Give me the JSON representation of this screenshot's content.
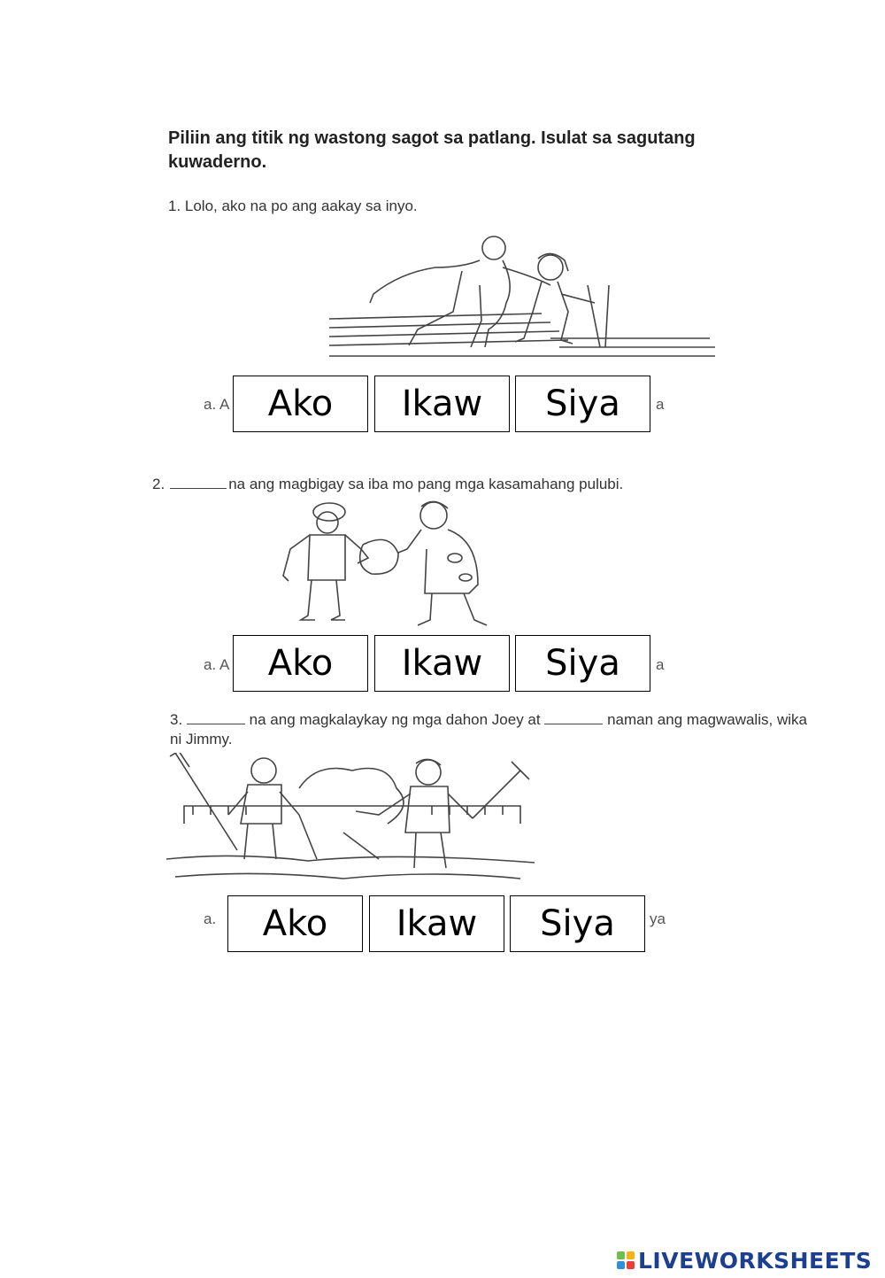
{
  "instruction": "Piliin ang titik ng wastong sagot sa patlang.  Isulat sa sagutang kuwaderno.",
  "questions": [
    {
      "number": "1.",
      "text": "1. Lolo, ako na po ang aakay sa inyo.",
      "choices": [
        "Ako",
        "Ikaw",
        "Siya"
      ],
      "hint_left": "a. A",
      "hint_right": "a"
    },
    {
      "number": "2.",
      "text_start": "2.",
      "text_rest": "na ang magbigay sa iba mo pang mga kasamahang pulubi.",
      "choices": [
        "Ako",
        "Ikaw",
        "Siya"
      ],
      "hint_left": "a. A",
      "hint_right": "a"
    },
    {
      "number": "3.",
      "text_start": "3.",
      "text_mid": "na ang magkalaykay ng mga dahon Joey at",
      "text_end": "naman ang magwawalis, wika ni Jimmy.",
      "choices": [
        "Ako",
        "Ikaw",
        "Siya"
      ],
      "hint_left": "a.",
      "hint_right": "ya"
    }
  ],
  "footer": {
    "brand": "LIVEWORKSHEETS",
    "logo_colors": [
      "#6cc04a",
      "#f6b21b",
      "#2f8fd8",
      "#e8413c"
    ]
  }
}
